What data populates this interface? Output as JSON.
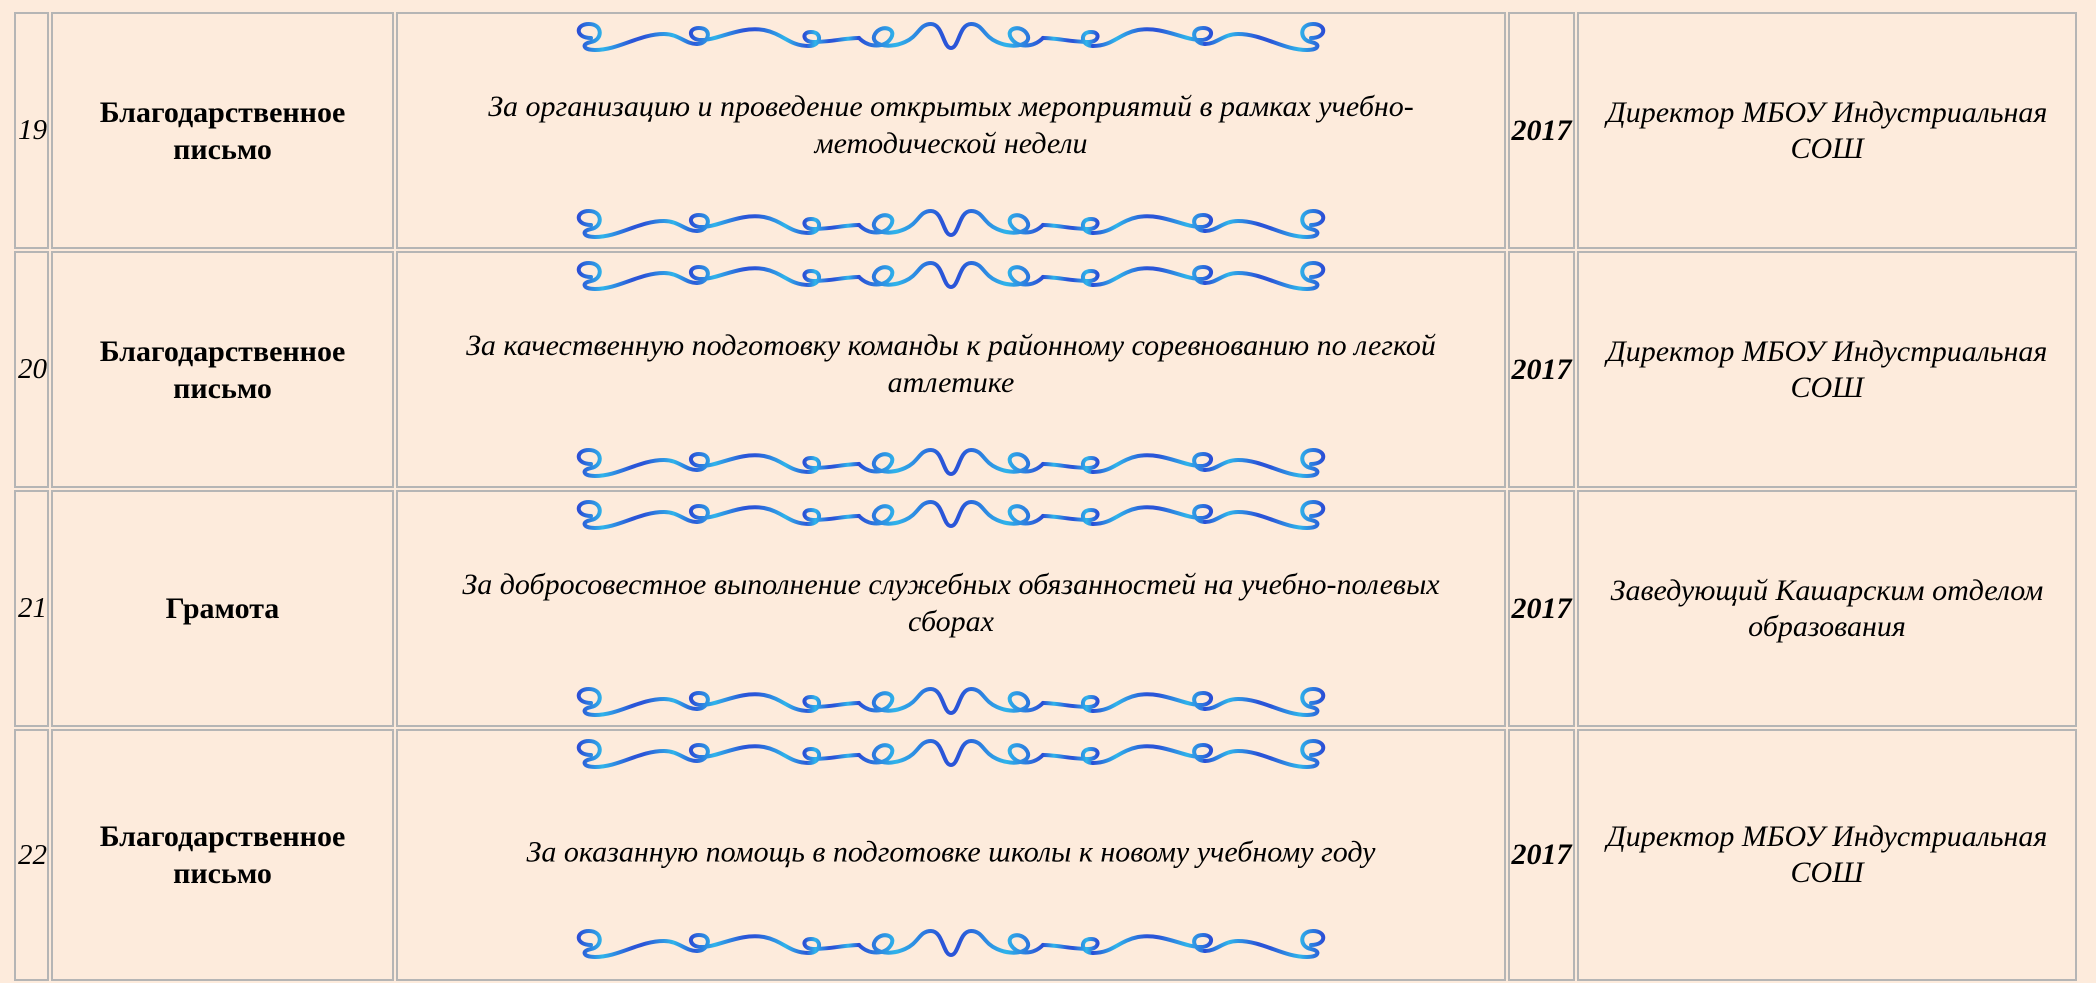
{
  "rows": [
    {
      "num": "19",
      "type": "Благодарственное письмо",
      "description": "За организацию и проведение открытых мероприятий в рамках учебно-методической недели",
      "year": "2017",
      "issuer": "Директор МБОУ Индустриальная СОШ"
    },
    {
      "num": "20",
      "type": "Благодарственное письмо",
      "description": "За качественную подготовку команды к районному соревнованию по легкой атлетике",
      "year": "2017",
      "issuer": "Директор МБОУ Индустриальная СОШ"
    },
    {
      "num": "21",
      "type": "Грамота",
      "description": "За добросовестное выполнение служебных обязанностей на учебно-полевых сборах",
      "year": "2017",
      "issuer": "Заведующий Кашарским отделом образования"
    },
    {
      "num": "22",
      "type": "Благодарственное письмо",
      "description": "За оказанную помощь в подготовке школы к новому учебному году",
      "year": "2017",
      "issuer": "Директор МБОУ Индустриальная СОШ"
    }
  ],
  "colors": {
    "background": "#fdebdc",
    "border": "#b5b5b5",
    "ornament_dark": "#2a4fd6",
    "ornament_light": "#29b6e8"
  },
  "icons": {
    "divider": "scroll-ornament-divider"
  }
}
